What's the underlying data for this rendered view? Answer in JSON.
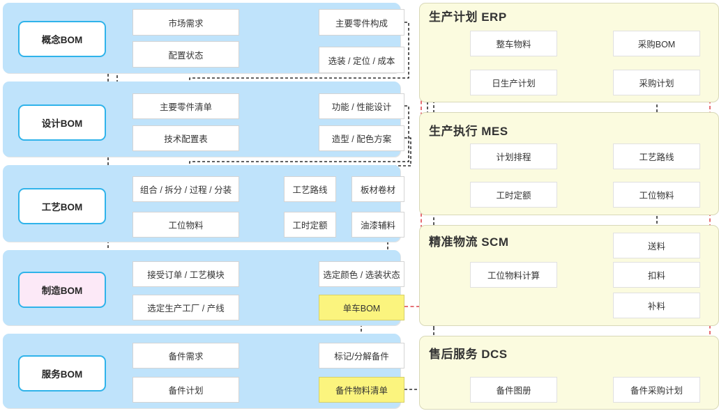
{
  "title_hidden": "",
  "colors": {
    "bom_panel_bg": "#bfe3fb",
    "bom_tag_border": "#2fb3ea",
    "bom_tag_pink_bg": "#fce9f7",
    "sys_panel_bg": "#fbfbdf",
    "sys_panel_border": "#d8d8b8",
    "highlight_yellow": "#fbf47e",
    "node_border": "#d4d4d4",
    "wire_black": "#000000",
    "wire_red": "#d81f26"
  },
  "bom_lanes": [
    {
      "tag": "概念BOM",
      "tag_style": "white",
      "nodes": [
        {
          "label": "市场需求",
          "style": "white"
        },
        {
          "label": "配置状态",
          "style": "white"
        },
        {
          "label": "主要零件构成",
          "style": "white"
        },
        {
          "label": "选装 / 定位 / 成本",
          "style": "white"
        }
      ]
    },
    {
      "tag": "设计BOM",
      "tag_style": "white",
      "nodes": [
        {
          "label": "主要零件清单",
          "style": "white"
        },
        {
          "label": "技术配置表",
          "style": "white"
        },
        {
          "label": "功能 / 性能设计",
          "style": "white"
        },
        {
          "label": "造型 / 配色方案",
          "style": "white"
        }
      ]
    },
    {
      "tag": "工艺BOM",
      "tag_style": "white",
      "nodes": [
        {
          "label": "组合 / 拆分 / 过程 / 分装",
          "style": "white"
        },
        {
          "label": "工位物料",
          "style": "white"
        },
        {
          "label": "工艺路线",
          "style": "white"
        },
        {
          "label": "工时定额",
          "style": "white"
        },
        {
          "label": "板材卷材",
          "style": "white"
        },
        {
          "label": "油漆辅料",
          "style": "white"
        }
      ]
    },
    {
      "tag": "制造BOM",
      "tag_style": "pink",
      "nodes": [
        {
          "label": "接受订单 / 工艺模块",
          "style": "white"
        },
        {
          "label": "选定生产工厂 / 产线",
          "style": "white"
        },
        {
          "label": "选定颜色 / 选装状态",
          "style": "white"
        },
        {
          "label": "单车BOM",
          "style": "yellow"
        }
      ]
    },
    {
      "tag": "服务BOM",
      "tag_style": "white",
      "nodes": [
        {
          "label": "备件需求",
          "style": "white"
        },
        {
          "label": "备件计划",
          "style": "white"
        },
        {
          "label": "标记/分解备件",
          "style": "white"
        },
        {
          "label": "备件物料清单",
          "style": "yellow"
        }
      ]
    }
  ],
  "sys_panels": [
    {
      "title": "生产计划 ERP",
      "nodes": [
        {
          "label": "整车物料"
        },
        {
          "label": "日生产计划"
        },
        {
          "label": "采购BOM"
        },
        {
          "label": "采购计划"
        }
      ]
    },
    {
      "title": "生产执行 MES",
      "nodes": [
        {
          "label": "计划排程"
        },
        {
          "label": "工时定额"
        },
        {
          "label": "工艺路线"
        },
        {
          "label": "工位物料"
        }
      ]
    },
    {
      "title": "精准物流  SCM",
      "nodes": [
        {
          "label": "工位物料计算"
        },
        {
          "label": "送料"
        },
        {
          "label": "扣料"
        },
        {
          "label": "补料"
        }
      ]
    },
    {
      "title": "售后服务  DCS",
      "nodes": [
        {
          "label": "备件图册"
        },
        {
          "label": "备件采购计划"
        }
      ]
    }
  ]
}
